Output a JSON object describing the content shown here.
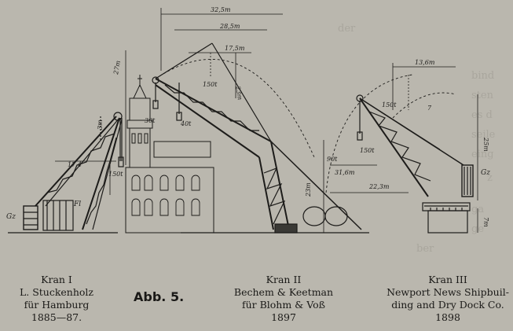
{
  "figure_label": "Abb. 5.",
  "cranes": [
    {
      "name": "Kran I",
      "maker": "L. Stuckenholz",
      "place": "für Hamburg",
      "year": "1885—87."
    },
    {
      "name": "Kran II",
      "maker": "Bechem & Keetman",
      "place": "für Blohm & Voß",
      "year": "1897"
    },
    {
      "name": "Kran III",
      "maker": "Newport News Shipbuil-",
      "place": "ding and Dry Dock Co.",
      "year": "1898"
    }
  ],
  "dimensions": {
    "span_325": "32,5m",
    "span_285": "28,5m",
    "span_175": "17,5m",
    "height_27": "27m",
    "height_23": "23m",
    "height_3": "3m",
    "radius_174": "17,4",
    "load_150_k1": "150t",
    "load_30": "30t",
    "load_40": "40t",
    "load_150_k2a": "150t",
    "load_150_k2b": "150t",
    "load_90": "90t",
    "dist_316": "31,6m",
    "dist_223": "22,3m",
    "height_23b": "23m",
    "span_136": "13,6m",
    "load_150_k3": "150t",
    "height_25": "25m",
    "height_7": "7m",
    "r_k3": "7"
  },
  "symbols": {
    "g1": "Gz",
    "g2": "Gz",
    "f1": "Fl"
  }
}
